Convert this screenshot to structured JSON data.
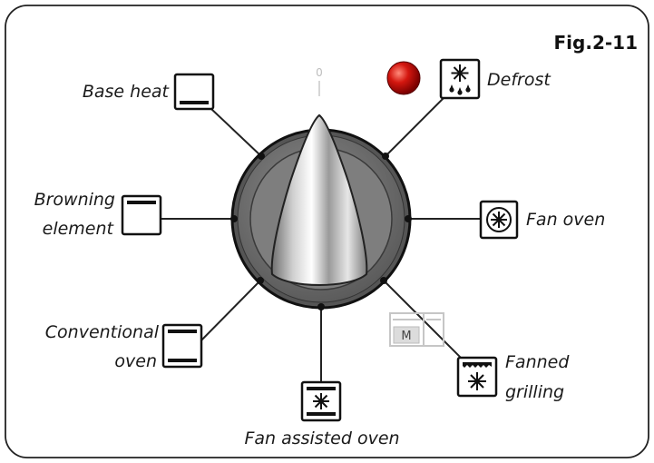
{
  "figure_label": "Fig.2-11",
  "knob": {
    "zero_mark": "0"
  },
  "indicator_light": {
    "color": "#cc1111"
  },
  "timer_icon_label": "M",
  "functions": {
    "base_heat": {
      "label": "Base heat",
      "icon": "base-heat-icon"
    },
    "browning_element": {
      "label_line1": "Browning",
      "label_line2": "element",
      "icon": "browning-element-icon"
    },
    "conventional_oven": {
      "label_line1": "Conventional",
      "label_line2": "oven",
      "icon": "conventional-oven-icon"
    },
    "fan_assisted_oven": {
      "label": "Fan assisted oven",
      "icon": "fan-assisted-oven-icon"
    },
    "fanned_grilling": {
      "label_line1": "Fanned",
      "label_line2": "grilling",
      "icon": "fanned-grilling-icon"
    },
    "fan_oven": {
      "label": "Fan oven",
      "icon": "fan-oven-icon"
    },
    "defrost": {
      "label": "Defrost",
      "icon": "defrost-icon"
    }
  }
}
